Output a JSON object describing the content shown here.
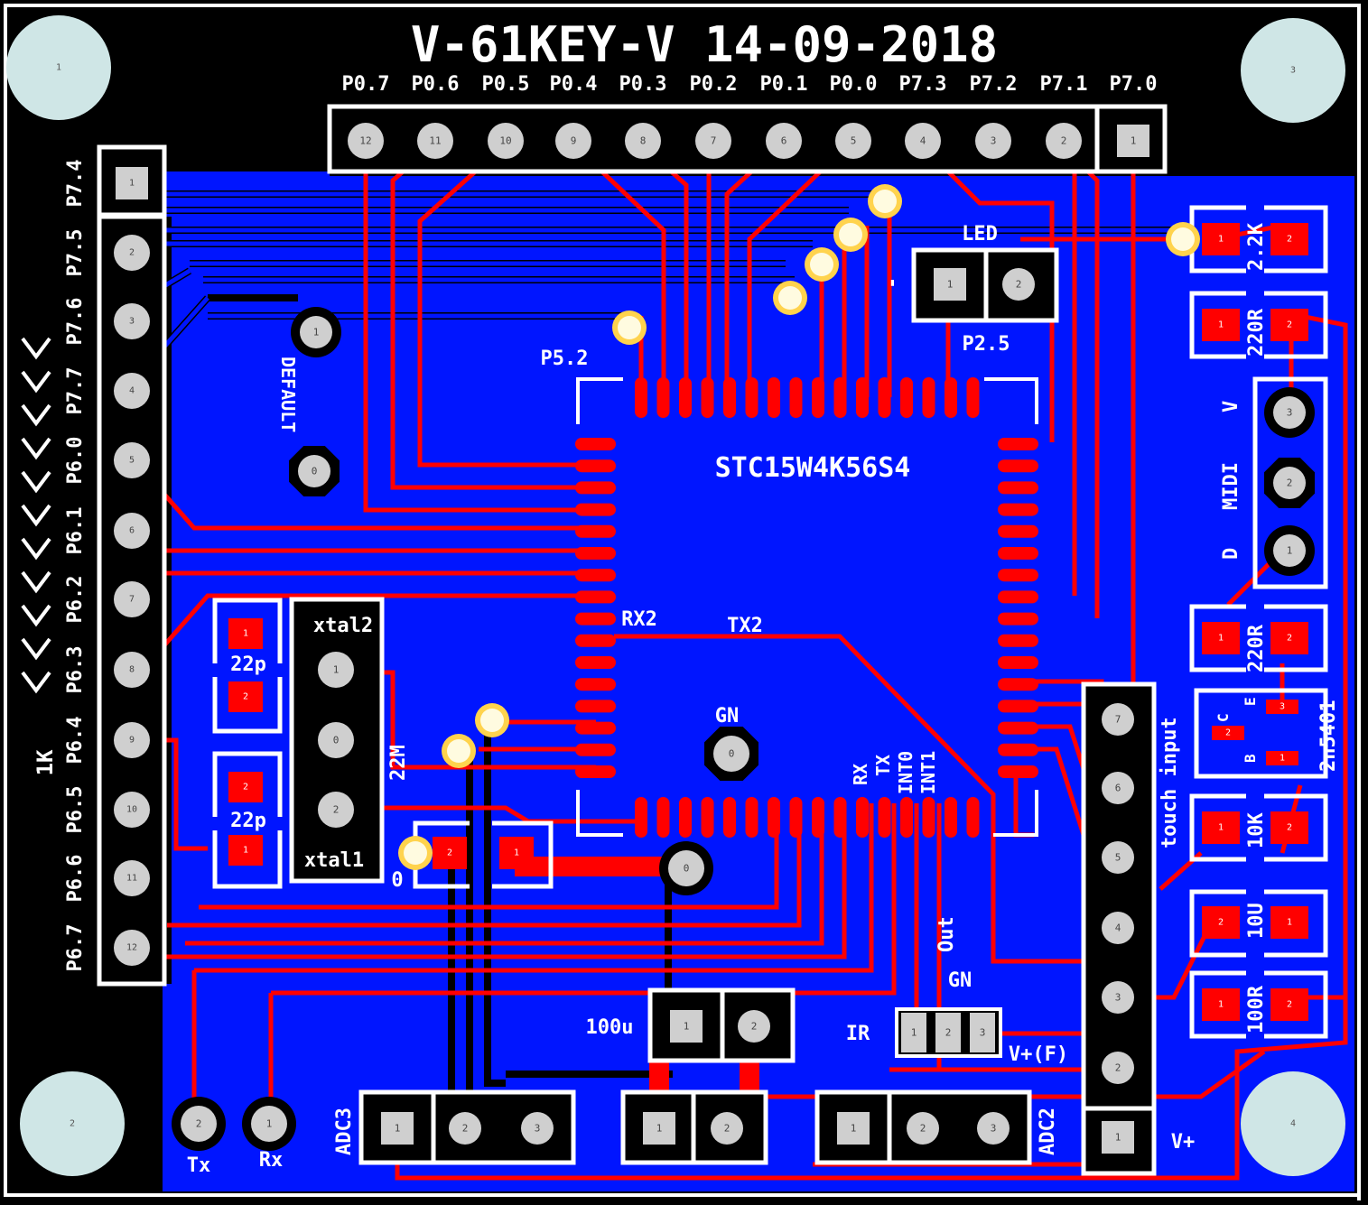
{
  "title": "V-61KEY-V 14-09-2018",
  "chip_label": "STC15W4K56S4",
  "colors": {
    "background": "#000000",
    "copper_bottom": "#0015ff",
    "copper_top": "#ff0000",
    "silk": "#ffffff",
    "pad_fill": "#cfcfcf",
    "mount_hole": "#cfe6e6"
  },
  "mount_holes": [
    "1",
    "3",
    "2",
    "4"
  ],
  "top_header": {
    "labels": [
      "P0.7",
      "P0.6",
      "P0.5",
      "P0.4",
      "P0.3",
      "P0.2",
      "P0.1",
      "P0.0",
      "P7.3",
      "P7.2",
      "P7.1",
      "P7.0"
    ],
    "pins": [
      "12",
      "11",
      "10",
      "9",
      "8",
      "7",
      "6",
      "5",
      "4",
      "3",
      "2",
      "1"
    ]
  },
  "left_header": {
    "labels": [
      "P7.4",
      "P7.5",
      "P7.6",
      "P7.7",
      "P6.0",
      "P6.1",
      "P6.2",
      "P6.3",
      "P6.4",
      "P6.5",
      "P6.6",
      "P6.7"
    ],
    "pins": [
      "1",
      "2",
      "3",
      "4",
      "5",
      "6",
      "7",
      "8",
      "9",
      "10",
      "11",
      "12"
    ]
  },
  "resistor_network_label": "1K",
  "labels": {
    "led": "LED",
    "p25": "P2.5",
    "p52": "P5.2",
    "default": "DEFAULT",
    "rx2": "RX2",
    "tx2": "TX2",
    "gn": "GN",
    "rx": "RX",
    "tx": "TX",
    "int0": "INT0",
    "int1": "INT1",
    "out": "Out",
    "gn2": "GN",
    "ir": "IR",
    "vplus_f": "V+(F)",
    "vplus": "V+",
    "xtal2": "xtal2",
    "xtal1": "xtal1",
    "cap_22p_a": "22p",
    "cap_22p_b": "22p",
    "crystal_22m": "22M",
    "zero": "0",
    "cap_100u": "100u",
    "adc3": "ADC3",
    "adc2": "ADC2",
    "tx_pad": "Tx",
    "rx_pad": "Rx",
    "r_2k2": "2.2K",
    "r_220r_a": "220R",
    "midi": "MIDI",
    "midi_v": "V",
    "midi_d": "D",
    "r_220r_b": "220R",
    "transistor": "2n5401",
    "t_c": "C",
    "t_e": "E",
    "t_b": "B",
    "r_10k": "10K",
    "c_10u": "10U",
    "r_100r": "100R",
    "touch": "touch input",
    "minus": "-"
  },
  "pad_numbers": {
    "default_1": "1",
    "default_0": "0",
    "led_1": "1",
    "led_2": "2",
    "xtal_1": "1",
    "xtal_0": "0",
    "xtal_2": "2",
    "cap_a1": "1",
    "cap_a2": "2",
    "cap_b2": "2",
    "cap_b1": "1",
    "zero_2": "2",
    "zero_1": "1",
    "gnd_0": "0",
    "gn_0": "0",
    "c100_1": "1",
    "c100_2": "2",
    "ir_1": "1",
    "ir_2": "2",
    "ir_3": "3",
    "adc3_1": "1",
    "adc3_2": "2",
    "adc3_3": "3",
    "mid_1": "1",
    "mid_2": "2",
    "adc2_1": "1",
    "adc2_2": "2",
    "adc2_3": "3",
    "tx_2": "2",
    "rx_1": "1",
    "touch_7": "7",
    "touch_6": "6",
    "touch_5": "5",
    "touch_4": "4",
    "touch_3": "3",
    "touch_2": "2",
    "touch_1": "1",
    "midi_3": "3",
    "midi_2": "2",
    "midi_1": "1",
    "r2k2_1": "1",
    "r2k2_2": "2",
    "r220a_1": "1",
    "r220a_2": "2",
    "r220b_1": "1",
    "r220b_2": "2",
    "q_3": "3",
    "q_2": "2",
    "q_1": "1",
    "r10k_1": "1",
    "r10k_2": "2",
    "c10u_2": "2",
    "c10u_1": "1",
    "r100_1": "1",
    "r100_2": "2"
  }
}
